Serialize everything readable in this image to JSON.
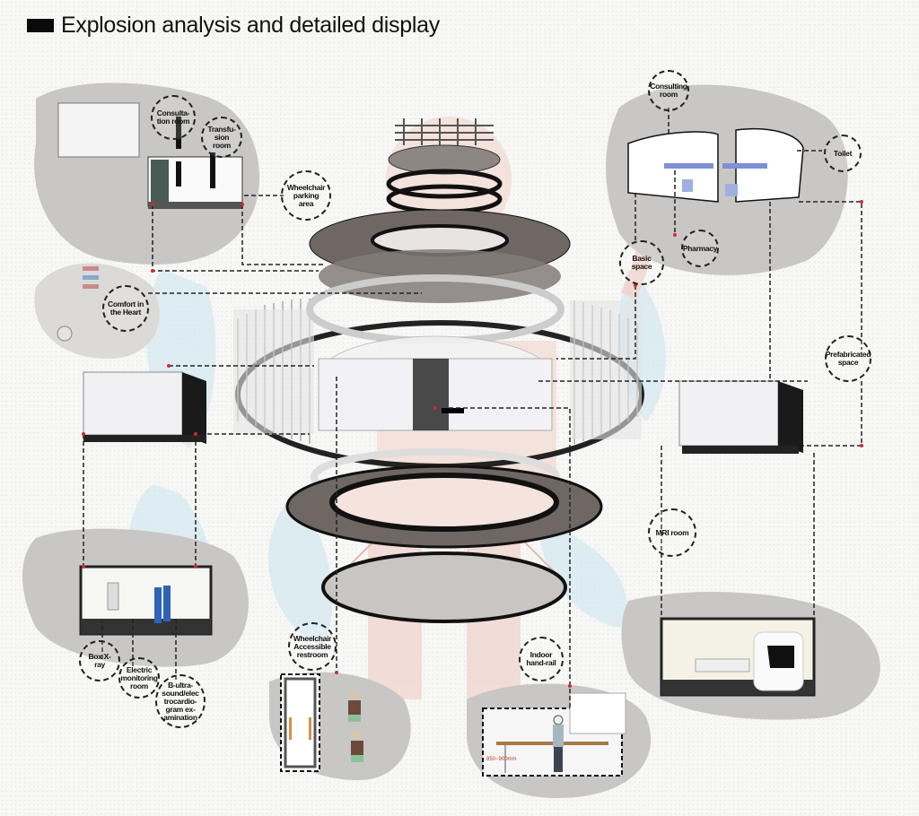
{
  "title": "Explosion analysis and detailed display",
  "labels": {
    "consultation_room": "Consulta-tion room",
    "transfusion_room": "Transfu-sion room",
    "wheelchair_parking": "Wheelchair parking area",
    "comfort_heart": "Comfort in the Heart",
    "consulting_room": "Consulting room",
    "toilet": "Toilet",
    "pharmacy": "Pharmacy",
    "basic_space": "Basic space",
    "prefabricated_space": "Prefabricated space",
    "mri_room": "MRI room",
    "box_xray": "Box X-ray",
    "electric_monitoring": "Electric monitoring room",
    "b_ultrasound": "B-ultra-sound/elec trocardio-gram ex-amination",
    "wheelchair_restroom": "Wheelchair Accessible restroom",
    "indoor_handrail": "Indoor hand-rail"
  },
  "handrail_height": "850~900mm",
  "colors": {
    "accent_red": "#cc2b2b",
    "blob_gray": "#c9c7c5",
    "bg_blue": "#cfe6ee",
    "bg_pink": "#f0d6d0",
    "ring_dark": "#6e6764"
  }
}
